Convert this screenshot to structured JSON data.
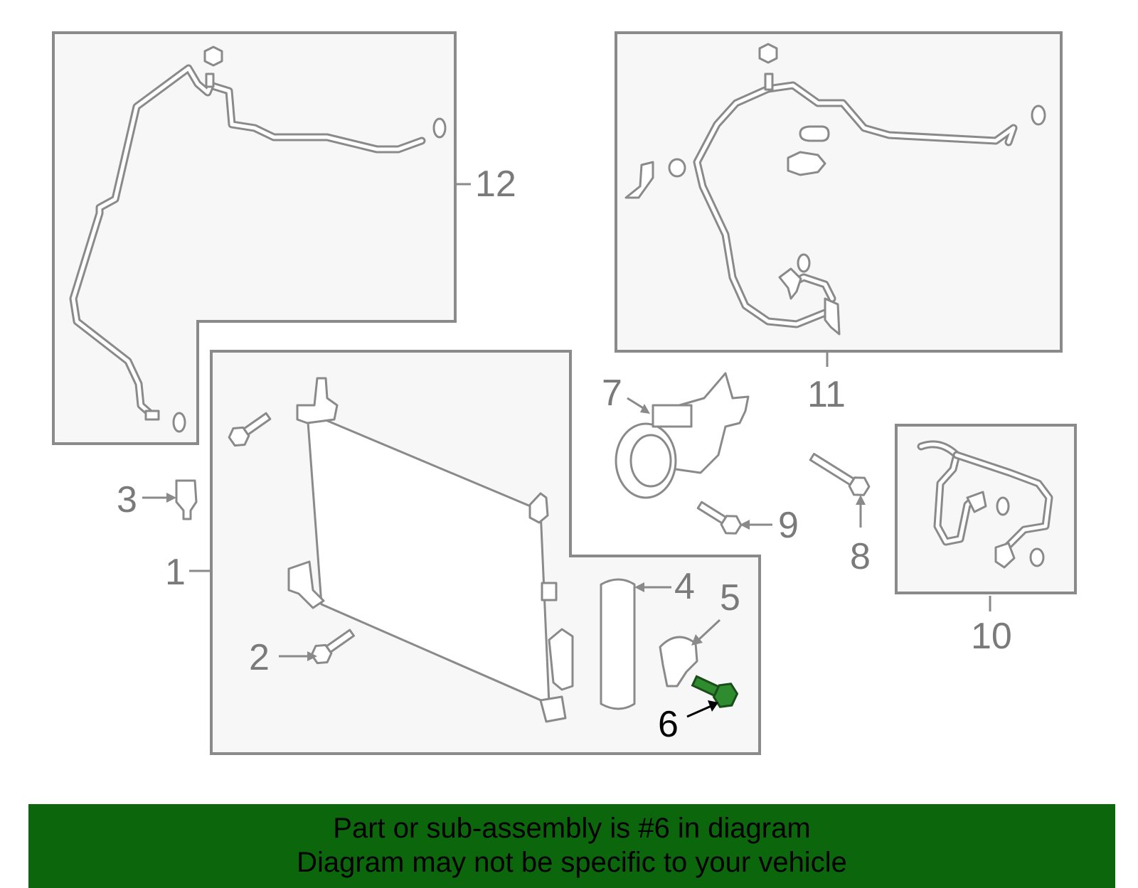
{
  "callouts": {
    "c1": "1",
    "c2": "2",
    "c3": "3",
    "c4": "4",
    "c5": "5",
    "c6": "6",
    "c7": "7",
    "c8": "8",
    "c9": "9",
    "c10": "10",
    "c11": "11",
    "c12": "12"
  },
  "highlight": {
    "callout": "6",
    "color": "#2e8b2e"
  },
  "banner": {
    "line1": "Part or sub-assembly is #6 in diagram",
    "line2": "Diagram may not be specific to your vehicle",
    "background": "#0c660c"
  }
}
